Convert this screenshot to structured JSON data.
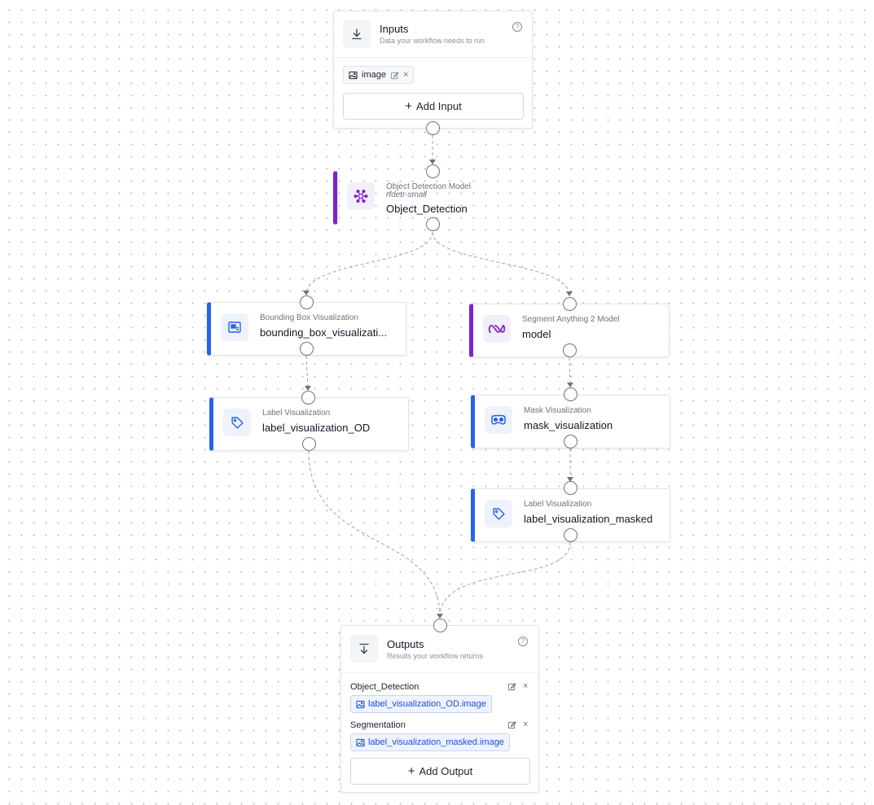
{
  "inputs": {
    "title": "Inputs",
    "subtitle": "Data your workflow needs to run",
    "help_glyph": "?",
    "items": [
      {
        "label": "image",
        "icon": "image-icon"
      }
    ],
    "add_label": "Add Input",
    "remove_glyph": "×",
    "plus_glyph": "+"
  },
  "blocks": {
    "object_detection": {
      "type": "Object Detection Model",
      "subtitle": "rfdetr-small",
      "name": "Object_Detection",
      "icon": "network-icon",
      "accent": "#7e22ce"
    },
    "bounding_box": {
      "type": "Bounding Box Visualization",
      "name": "bounding_box_visualizati...",
      "icon": "bounding-box-icon",
      "accent": "#2563eb"
    },
    "sam2": {
      "type": "Segment Anything 2 Model",
      "name": "model",
      "icon": "meta-infinity-icon",
      "accent": "#7e22ce"
    },
    "label_od": {
      "type": "Label Visualization",
      "name": "label_visualization_OD",
      "icon": "tag-icon",
      "accent": "#2563eb"
    },
    "mask": {
      "type": "Mask Visualization",
      "name": "mask_visualization",
      "icon": "mask-icon",
      "accent": "#2563eb"
    },
    "label_masked": {
      "type": "Label Visualization",
      "name": "label_visualization_masked",
      "icon": "tag-icon",
      "accent": "#2563eb"
    }
  },
  "outputs": {
    "title": "Outputs",
    "subtitle": "Results your workflow returns",
    "help_glyph": "?",
    "items": [
      {
        "name": "Object_Detection",
        "value": "label_visualization_OD.image"
      },
      {
        "name": "Segmentation",
        "value": "label_visualization_masked.image"
      }
    ],
    "add_label": "Add Output",
    "remove_glyph": "×",
    "plus_glyph": "+"
  }
}
